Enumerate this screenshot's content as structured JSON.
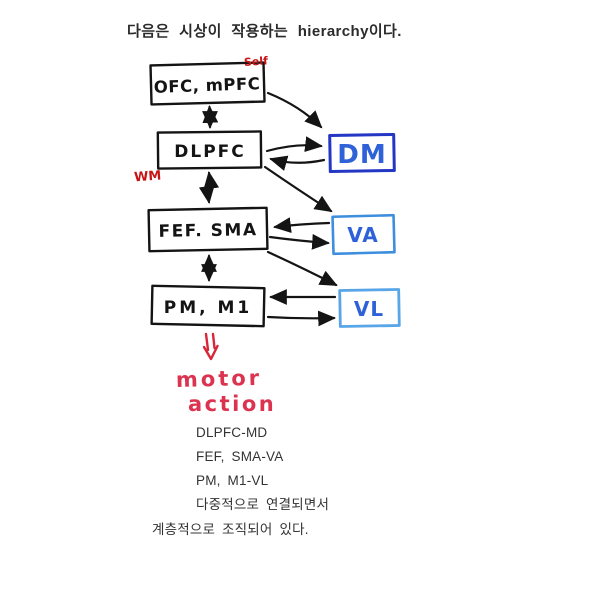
{
  "title": "다음은 시상이 작용하는 hierarchy이다.",
  "diagram": {
    "cortex": [
      {
        "label": "OFC, mPFC"
      },
      {
        "label": "DLPFC"
      },
      {
        "label": "FEF. SMA"
      },
      {
        "label": "PM, M1"
      }
    ],
    "thalamus": [
      {
        "label": "DM"
      },
      {
        "label": "VA"
      },
      {
        "label": "VL"
      }
    ],
    "annotations": {
      "self": "Self",
      "wm": "WM",
      "motor_line1": "motor",
      "motor_line2": "action"
    }
  },
  "notes": {
    "lines": [
      "DLPFC-MD",
      "FEF, SMA-VA",
      "PM, M1-VL",
      "다중적으로 연결되면서"
    ],
    "conclusion": "계층적으로 조직되어 있다."
  },
  "colors": {
    "ink": "#141414",
    "dm_border": "#2336c4",
    "va_border": "#3e8ede",
    "vl_border": "#58a5e8",
    "thalamus_text": "#2f62d8",
    "annotation_red": "#c81414",
    "motor_red": "#dc3450",
    "note_text": "#333333",
    "title_text": "#2b2b2b",
    "background": "#ffffff"
  }
}
